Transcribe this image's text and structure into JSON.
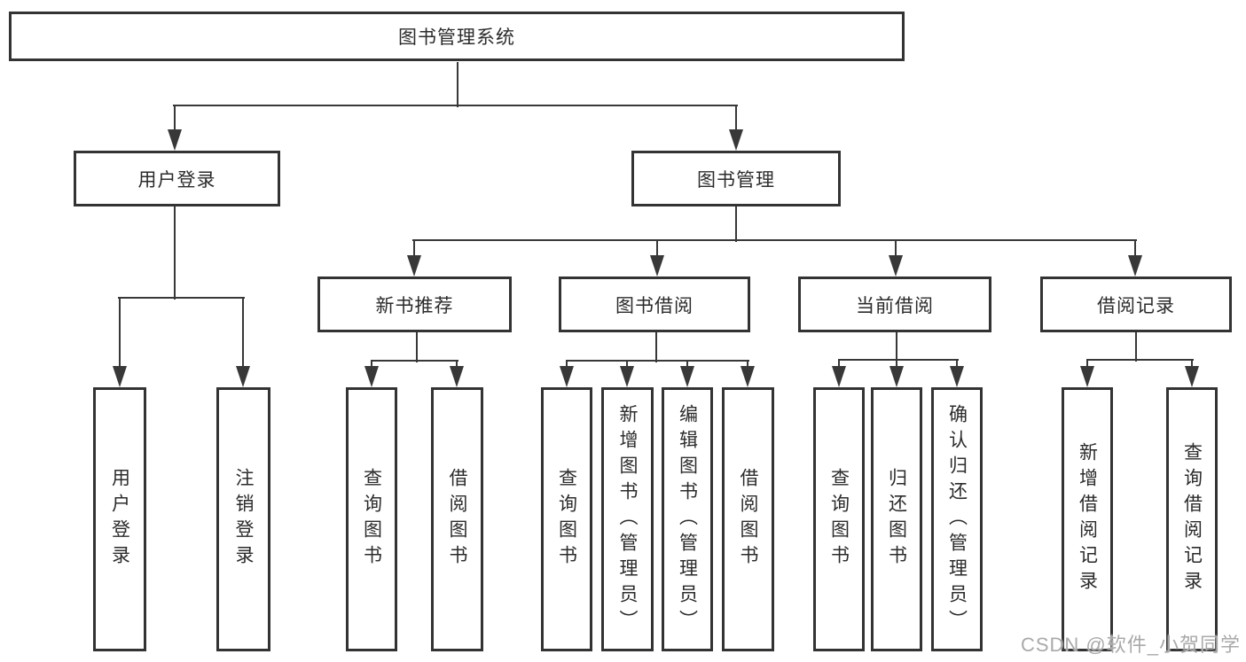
{
  "diagram": {
    "root": {
      "label": "图书管理系统"
    },
    "level2": [
      {
        "label": "用户登录"
      },
      {
        "label": "图书管理"
      }
    ],
    "level3": [
      {
        "label": "新书推荐",
        "parent": "图书管理"
      },
      {
        "label": "图书借阅",
        "parent": "图书管理"
      },
      {
        "label": "当前借阅",
        "parent": "图书管理"
      },
      {
        "label": "借阅记录",
        "parent": "图书管理"
      }
    ],
    "leaves": [
      {
        "label": "用户登录",
        "parent": "用户登录"
      },
      {
        "label": "注销登录",
        "parent": "用户登录"
      },
      {
        "label": "查询图书",
        "parent": "新书推荐"
      },
      {
        "label": "借阅图书",
        "parent": "新书推荐"
      },
      {
        "label": "查询图书",
        "parent": "图书借阅"
      },
      {
        "label": "新增图书（管理员）",
        "parent": "图书借阅"
      },
      {
        "label": "编辑图书（管理员）",
        "parent": "图书借阅"
      },
      {
        "label": "借阅图书",
        "parent": "图书借阅"
      },
      {
        "label": "查询图书",
        "parent": "当前借阅"
      },
      {
        "label": "归还图书",
        "parent": "当前借阅"
      },
      {
        "label": "确认归还（管理员）",
        "parent": "当前借阅"
      },
      {
        "label": "新增借阅记录",
        "parent": "借阅记录"
      },
      {
        "label": "查询借阅记录",
        "parent": "借阅记录"
      }
    ]
  },
  "watermark": {
    "text": "CSDN @软件_小贺同学"
  },
  "colors": {
    "line": "#383838",
    "border": "#333333",
    "text": "#2b2b2b",
    "watermark": "#a9a9a9",
    "background": "#ffffff"
  }
}
